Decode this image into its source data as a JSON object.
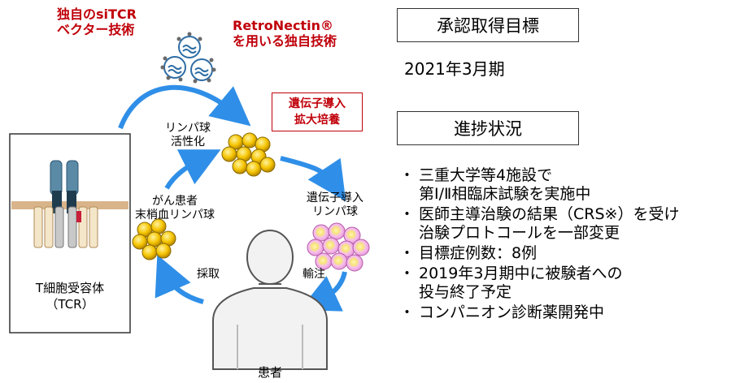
{
  "diagram": {
    "vector_tech": [
      "独自のsiTCR",
      "ベクター技術"
    ],
    "retronectin": [
      "RetroNectin®",
      "を用いる独自技術"
    ],
    "gene_box": [
      "遺伝子導入",
      "拡大培養"
    ],
    "activation": [
      "リンパ球",
      "活性化"
    ],
    "cancer_pbl": [
      "がん患者",
      "末梢血リンパ球"
    ],
    "transduced": [
      "遺伝子導入",
      "リンパ球"
    ],
    "collection": "採取",
    "infusion": "輸注",
    "patient": "患者",
    "tcr": [
      "T細胞受容体",
      "（TCR）"
    ]
  },
  "approval": {
    "heading": "承認取得目標",
    "target": "2021年3月期"
  },
  "progress": {
    "heading": "進捗状況",
    "items": [
      "三重大学等4施設で\n第Ⅰ/Ⅱ相臨床試験を実施中",
      "医師主導治験の結果（CRS※）を受け\n治験プロトコールを一部変更",
      "目標症例数：8例",
      "2019年3月期中に被験者への\n投与終了予定",
      "コンパニオン診断薬開発中"
    ],
    "bullet": "・"
  }
}
